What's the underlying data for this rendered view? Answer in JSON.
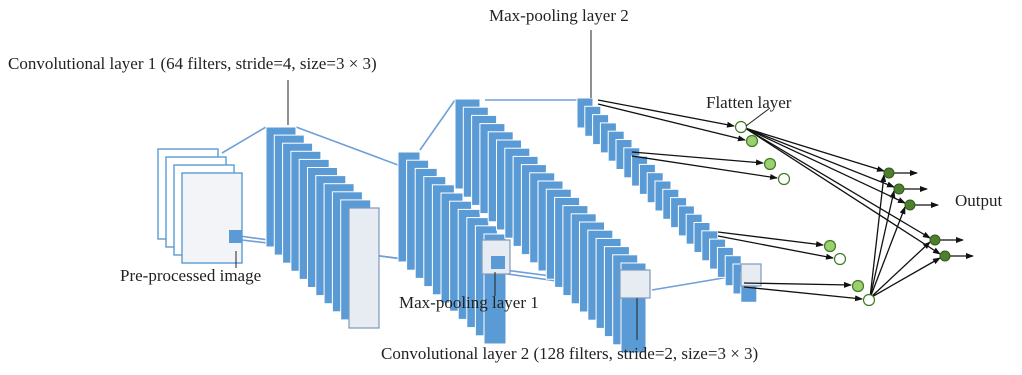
{
  "labels": {
    "conv1": "Convolutional layer 1 (64 filters, stride=4, size=3 × 3)",
    "maxpool2": "Max-pooling layer 2",
    "flatten": "Flatten layer",
    "output": "Output",
    "preprocessed": "Pre-processed image",
    "maxpool1": "Max-pooling layer 1",
    "conv2": "Convolutional layer 2 (128 filters, stride=2, size=3 × 3)"
  },
  "colors": {
    "filter_blue": "#5b9bd5",
    "filter_light": "#e7ecf2",
    "filter_border": "#7f9ab8",
    "connector": "#6f9fd8",
    "node_green": "#9ccf6f",
    "node_dark_green": "#4e7f2f",
    "arrow": "#111111"
  },
  "icons": [
    "arrow-icon"
  ]
}
